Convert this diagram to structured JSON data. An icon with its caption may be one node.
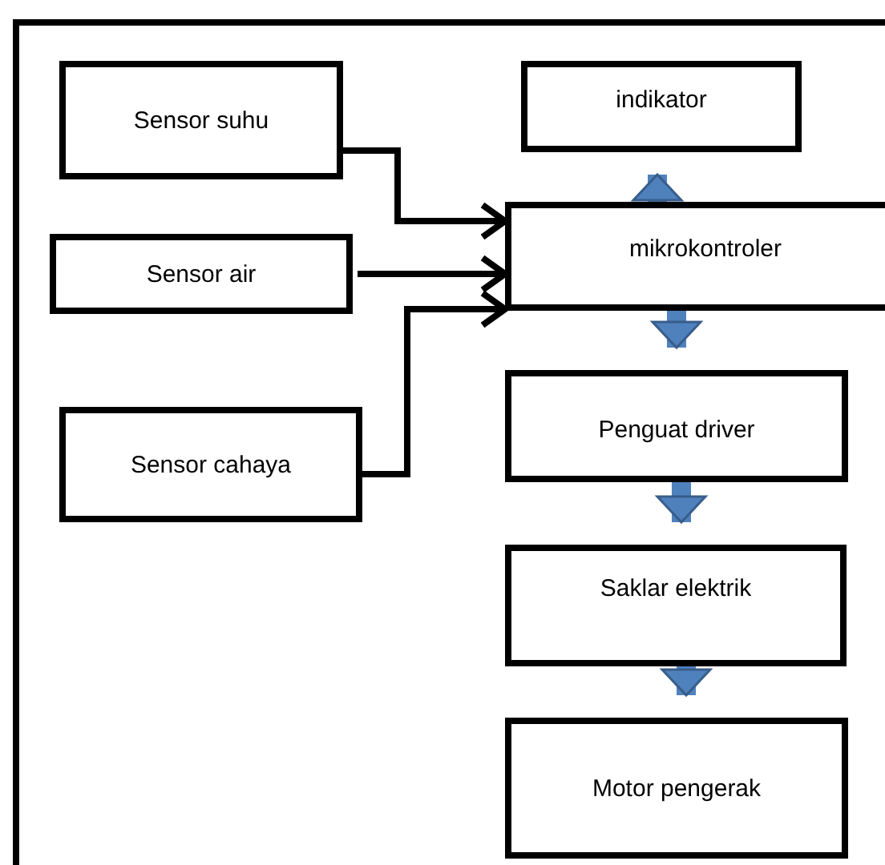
{
  "diagram": {
    "nodes": [
      {
        "text": [
          "Sensor suhu"
        ]
      },
      {
        "text": [
          "Sensor air"
        ]
      },
      {
        "text": [
          "Sensor cahaya"
        ]
      },
      {
        "text": [
          "indikator"
        ]
      },
      {
        "text": [
          "mikrokontroler"
        ]
      },
      {
        "text": [
          "Penguat driver"
        ]
      },
      {
        "text": [
          "Saklar elektrik"
        ]
      },
      {
        "text": [
          "Motor pengerak"
        ]
      }
    ],
    "edges": [
      {
        "from": 0,
        "to": 4,
        "arrow": "to",
        "color": "#000000"
      },
      {
        "from": 1,
        "to": 4,
        "arrow": "to",
        "color": "#000000"
      },
      {
        "from": 2,
        "to": 4,
        "arrow": "to",
        "color": "#000000"
      },
      {
        "from": 4,
        "to": 3,
        "arrow": "to"
      },
      {
        "from": 4,
        "to": 5,
        "arrow": "to"
      },
      {
        "from": 5,
        "to": 6,
        "arrow": "to"
      },
      {
        "from": 6,
        "to": 7,
        "arrow": "to"
      }
    ]
  }
}
